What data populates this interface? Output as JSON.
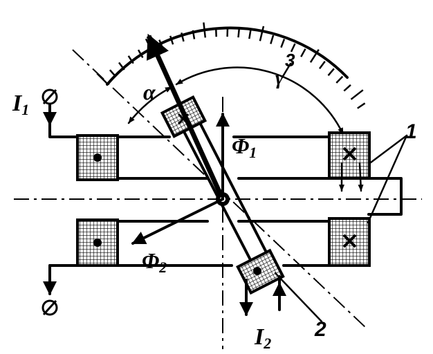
{
  "labels": {
    "current_1": "I",
    "current_1_sub": "1",
    "current_2": "I",
    "current_2_sub": "2",
    "flux_1": "Φ",
    "flux_1_sub": "1",
    "flux_2": "Φ",
    "flux_2_sub": "2",
    "alpha": "α",
    "gamma": "γ",
    "part_1": "1",
    "part_2": "2",
    "part_3": "3"
  },
  "colors": {
    "ink": "#000000",
    "paper": "#ffffff"
  }
}
